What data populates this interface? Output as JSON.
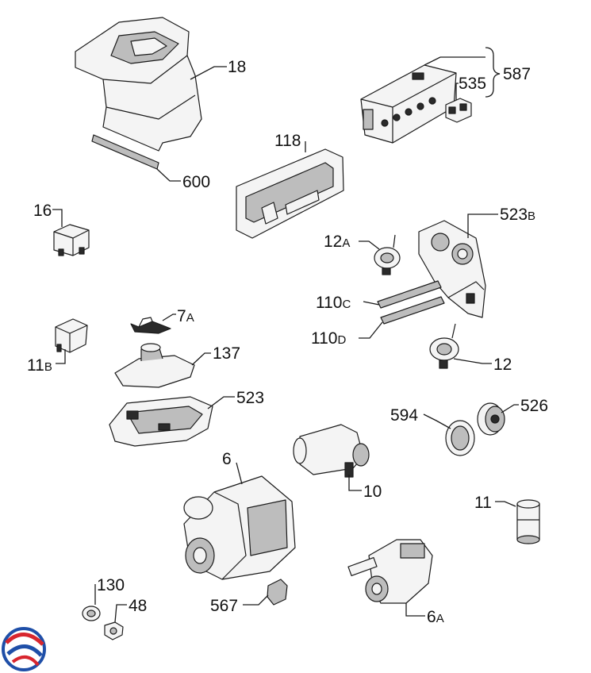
{
  "colors": {
    "line": "#1a1a1a",
    "logo_blue": "#1f4fa8",
    "logo_red": "#d8262e",
    "background": "#ffffff"
  },
  "labels": [
    {
      "id": "l18",
      "main": "18",
      "sub": ""
    },
    {
      "id": "l600",
      "main": "600",
      "sub": ""
    },
    {
      "id": "l587",
      "main": "587",
      "sub": ""
    },
    {
      "id": "l535",
      "main": "535",
      "sub": ""
    },
    {
      "id": "l118",
      "main": "118",
      "sub": ""
    },
    {
      "id": "l16",
      "main": "16",
      "sub": ""
    },
    {
      "id": "l523b",
      "main": "523",
      "sub": "B"
    },
    {
      "id": "l12a",
      "main": "12",
      "sub": "A"
    },
    {
      "id": "l110c",
      "main": "110",
      "sub": "C"
    },
    {
      "id": "l110d",
      "main": "110",
      "sub": "D"
    },
    {
      "id": "l7a",
      "main": "7",
      "sub": "A"
    },
    {
      "id": "l12",
      "main": "12",
      "sub": ""
    },
    {
      "id": "l11b",
      "main": "11",
      "sub": "B"
    },
    {
      "id": "l137",
      "main": "137",
      "sub": ""
    },
    {
      "id": "l523",
      "main": "523",
      "sub": ""
    },
    {
      "id": "l594",
      "main": "594",
      "sub": ""
    },
    {
      "id": "l526",
      "main": "526",
      "sub": ""
    },
    {
      "id": "l6",
      "main": "6",
      "sub": ""
    },
    {
      "id": "l10",
      "main": "10",
      "sub": ""
    },
    {
      "id": "l11",
      "main": "11",
      "sub": ""
    },
    {
      "id": "l130",
      "main": "130",
      "sub": ""
    },
    {
      "id": "l48",
      "main": "48",
      "sub": ""
    },
    {
      "id": "l567",
      "main": "567",
      "sub": ""
    },
    {
      "id": "l6a",
      "main": "6",
      "sub": "A"
    }
  ],
  "logo": {
    "icon": "brand-logo-icon"
  }
}
